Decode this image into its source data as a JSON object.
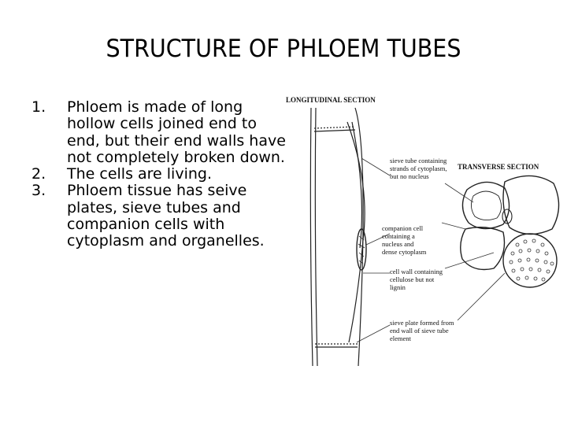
{
  "slide": {
    "title": "STRUCTURE OF PHLOEM TUBES",
    "points": [
      {
        "number": "1.",
        "text": "Phloem is made of long hollow cells joined end to end, but their end walls have not completely broken down."
      },
      {
        "number": "2.",
        "text": "The cells are living."
      },
      {
        "number": "3.",
        "text": "Phloem tissue has seive plates, sieve tubes and companion cells with cytoplasm and organelles."
      }
    ]
  },
  "diagram": {
    "longitudinal_heading": "LONGITUDINAL SECTION",
    "transverse_heading": "TRANSVERSE SECTION",
    "labels": {
      "sieve_tube": [
        "sieve tube containing",
        "strands of cytoplasm,",
        "but no nucleus"
      ],
      "companion_cell": [
        "companion cell",
        "containing a",
        "nucleus and",
        "dense cytoplasm"
      ],
      "cell_wall": [
        "cell wall containing",
        "cellulose but not",
        "lignin"
      ],
      "sieve_plate": [
        "sieve plate formed from",
        "end wall of sieve tube",
        "element"
      ]
    }
  }
}
